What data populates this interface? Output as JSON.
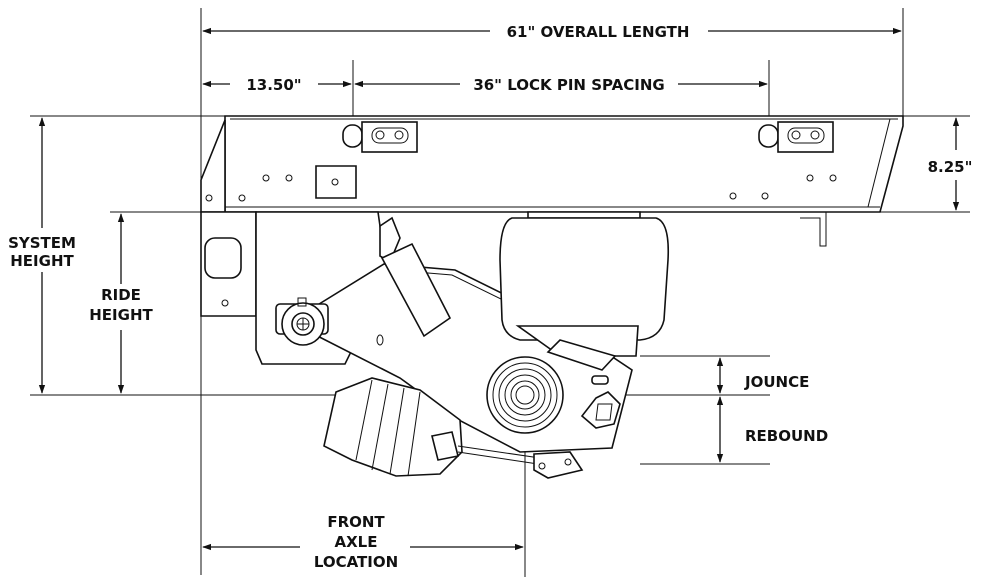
{
  "dimensions": {
    "overall_length": "61\" OVERALL LENGTH",
    "front_offset": "13.50\"",
    "lock_pin_spacing": "36\" LOCK PIN SPACING",
    "frame_height": "8.25\"",
    "system_height_line1": "SYSTEM",
    "system_height_line2": "HEIGHT",
    "ride_height_line1": "RIDE",
    "ride_height_line2": "HEIGHT",
    "jounce": "JOUNCE",
    "rebound": "REBOUND",
    "front_axle_line1": "FRONT",
    "front_axle_line2": "AXLE",
    "front_axle_line3": "LOCATION"
  }
}
